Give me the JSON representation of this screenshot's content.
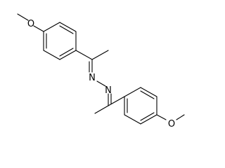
{
  "molecule": {
    "atoms": {
      "o_top": "O",
      "n_upper": "N",
      "n_lower": "N",
      "o_bottom": "O"
    },
    "colors": {
      "bond": "#000000",
      "label": "#000000",
      "background": "#ffffff"
    }
  }
}
